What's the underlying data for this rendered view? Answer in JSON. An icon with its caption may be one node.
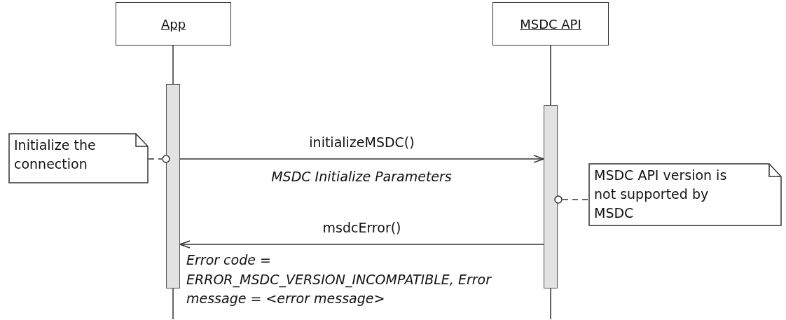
{
  "diagram": {
    "nodes": [
      {
        "text": [
          "App"
        ]
      },
      {
        "text": [
          "MSDC API"
        ]
      },
      {
        "text": [],
        "shape": "bar"
      },
      {
        "text": [],
        "shape": "bar"
      },
      {
        "text": [
          "Initialize the connection"
        ]
      },
      {
        "text": [],
        "shape": "circle"
      },
      {
        "text": [],
        "shape": "circle"
      },
      {
        "text": [
          "MSDC API version is not supported by MSDC"
        ]
      }
    ],
    "edges": [
      {
        "from": 0,
        "to": 2,
        "arrow": "none"
      },
      {
        "from": 1,
        "to": 3,
        "arrow": "none"
      },
      {
        "from": 2,
        "to": 3,
        "arrow": "to",
        "label": "initializeMSDC()"
      },
      {
        "from": 3,
        "to": 2,
        "arrow": "to",
        "label": "msdcError()"
      },
      {
        "from": 4,
        "to": 5,
        "arrow": "none",
        "style": "dashed"
      },
      {
        "from": 6,
        "to": 7,
        "arrow": "none",
        "style": "dashed"
      }
    ],
    "labels": [
      "MSDC Initialize Parameters",
      "Error code = ERROR_MSDC_VERSION_INCOMPATIBLE, Error message = <error message>"
    ]
  }
}
